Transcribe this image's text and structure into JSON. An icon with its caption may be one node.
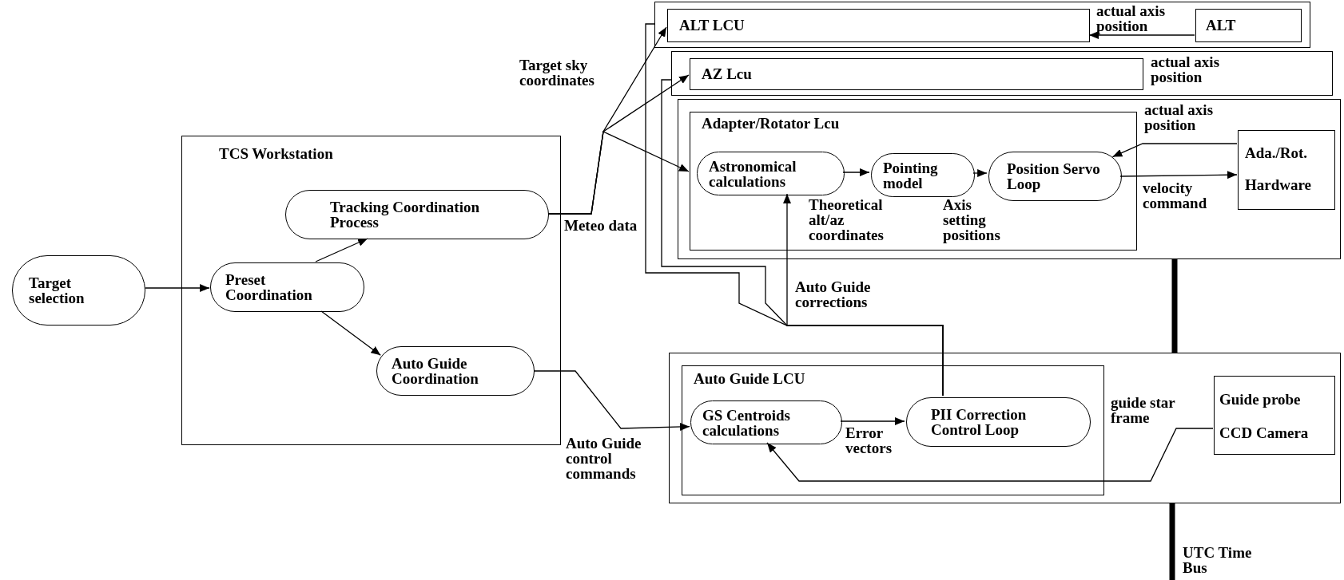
{
  "diagram": {
    "nodes": [
      {
        "text": [],
        "shape": "box"
      },
      {
        "text": [
          "ALT LCU"
        ],
        "in": 0
      },
      {
        "text": [
          "ALT"
        ],
        "in": 0
      },
      {
        "text": [],
        "shape": "box"
      },
      {
        "text": [
          "AZ Lcu"
        ],
        "in": 3
      },
      {
        "text": [],
        "shape": "box"
      },
      {
        "text": [
          "Adapter/Rotator Lcu"
        ],
        "in": 5
      },
      {
        "text": [
          "Astronomical calculations"
        ],
        "in": 6
      },
      {
        "text": [
          "Pointing model"
        ],
        "in": 6
      },
      {
        "text": [
          "Position Servo Loop"
        ],
        "in": 6
      },
      {
        "text": [
          "Ada./Rot. Hardware"
        ],
        "in": 5
      },
      {
        "text": [
          "Target selection"
        ]
      },
      {
        "text": [
          "TCS Workstation"
        ]
      },
      {
        "text": [
          "Tracking Coordination Process"
        ],
        "in": 12
      },
      {
        "text": [
          "Preset Coordination"
        ],
        "in": 12
      },
      {
        "text": [
          "Auto Guide Coordination"
        ],
        "in": 12
      },
      {
        "text": [],
        "shape": "box"
      },
      {
        "text": [
          "Auto Guide LCU"
        ],
        "in": 16
      },
      {
        "text": [
          "GS Centroids calculations"
        ],
        "in": 17
      },
      {
        "text": [
          "PII Correction Control Loop"
        ],
        "in": 17
      },
      {
        "text": [
          "Guide probe CCD Camera"
        ],
        "in": 16
      }
    ],
    "edges": [
      {
        "from": 11,
        "to": 14,
        "arrow": "to"
      },
      {
        "from": 14,
        "to": 13,
        "arrow": "to"
      },
      {
        "from": 14,
        "to": 15,
        "arrow": "to"
      },
      {
        "from": 13,
        "to": 1,
        "arrow": "to"
      },
      {
        "from": 13,
        "to": 4,
        "arrow": "to"
      },
      {
        "from": 13,
        "to": 6,
        "arrow": "to"
      },
      {
        "from": 15,
        "to": 18,
        "arrow": "to",
        "label": "Auto Guide control commands"
      },
      {
        "from": 7,
        "to": 8,
        "arrow": "to",
        "label": "Theoretical alt/az coordinates"
      },
      {
        "from": 8,
        "to": 9,
        "arrow": "to",
        "label": "Axis setting positions"
      },
      {
        "from": 9,
        "to": 10,
        "arrow": "to",
        "label": "velocity command"
      },
      {
        "from": 10,
        "to": 9,
        "arrow": "to",
        "label": "actual axis position"
      },
      {
        "from": 2,
        "to": 1,
        "arrow": "to",
        "label": "actual axis position"
      },
      {
        "from": 18,
        "to": 19,
        "arrow": "to",
        "label": "Error vectors"
      },
      {
        "from": 19,
        "to": 7,
        "arrow": "to",
        "label": "Auto Guide corrections"
      },
      {
        "from": 19,
        "to": 0,
        "arrow": "none"
      },
      {
        "from": 19,
        "to": 3,
        "arrow": "none"
      },
      {
        "from": 20,
        "to": 18,
        "arrow": "to",
        "label": "guide star frame"
      },
      {
        "from": 5,
        "to": 16,
        "arrow": "none",
        "style": "thick"
      },
      {
        "from": 16,
        "to": null,
        "arrow": "none",
        "style": "thick"
      }
    ],
    "labels": [
      "Target sky coordinates",
      "actual axis position",
      "Meteo data",
      "UTC Time Bus"
    ]
  }
}
